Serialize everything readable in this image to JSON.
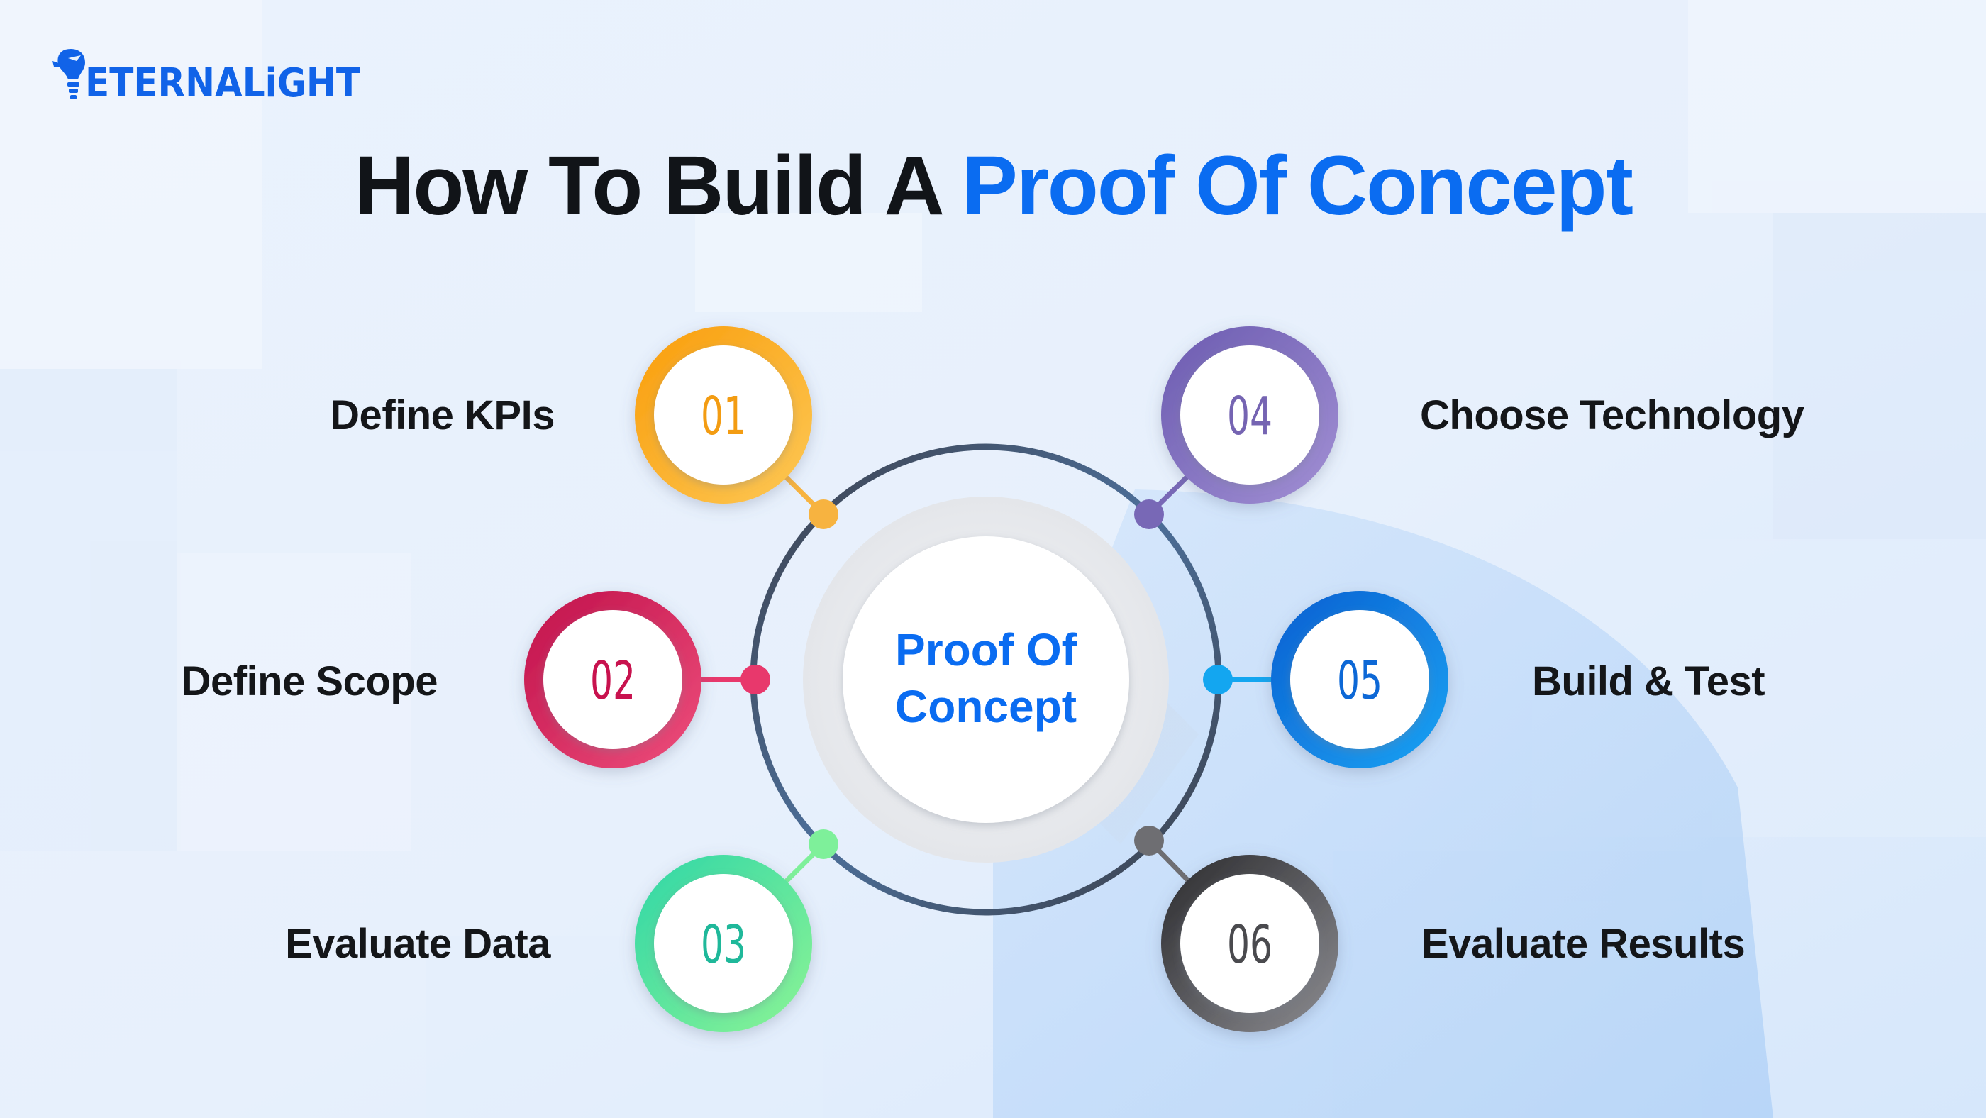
{
  "brand": {
    "name": "ETERNALiGHT",
    "color": "#1163e8"
  },
  "title": {
    "prefix": "How To Build A",
    "highlight": "Proof Of Concept",
    "prefix_color": "#111418",
    "highlight_color": "#0a6cf1"
  },
  "hub": {
    "line1": "Proof Of",
    "line2": "Concept",
    "text_color": "#0a6cf1"
  },
  "steps": [
    {
      "number": "01",
      "label": "Define KPIs",
      "icon": "orange-ring",
      "color_start": "#f99d0b",
      "color_end": "#fdc855",
      "dot_color": "#f7b340",
      "number_color": "#f39c12"
    },
    {
      "number": "02",
      "label": "Define Scope",
      "icon": "crimson-ring",
      "color_start": "#c0104a",
      "color_end": "#ee4f7c",
      "dot_color": "#e8386c",
      "number_color": "#c8124e"
    },
    {
      "number": "03",
      "label": "Evaluate Data",
      "icon": "green-ring",
      "color_start": "#2fd6a7",
      "color_end": "#8cf495",
      "dot_color": "#7ef09a",
      "number_color": "#1fb89a"
    },
    {
      "number": "04",
      "label": "Choose Technology",
      "icon": "purple-ring",
      "color_start": "#6b5bb0",
      "color_end": "#a290d4",
      "dot_color": "#7868b6",
      "number_color": "#7564b2"
    },
    {
      "number": "05",
      "label": "Build & Test",
      "icon": "blue-ring",
      "color_start": "#0b5fd1",
      "color_end": "#1ba3f3",
      "dot_color": "#13a6f0",
      "number_color": "#0d68d6"
    },
    {
      "number": "06",
      "label": "Evaluate Results",
      "icon": "grey-ring",
      "color_start": "#2a2a2d",
      "color_end": "#8d8d92",
      "dot_color": "#6e6e72",
      "number_color": "#4a4a4e"
    }
  ]
}
